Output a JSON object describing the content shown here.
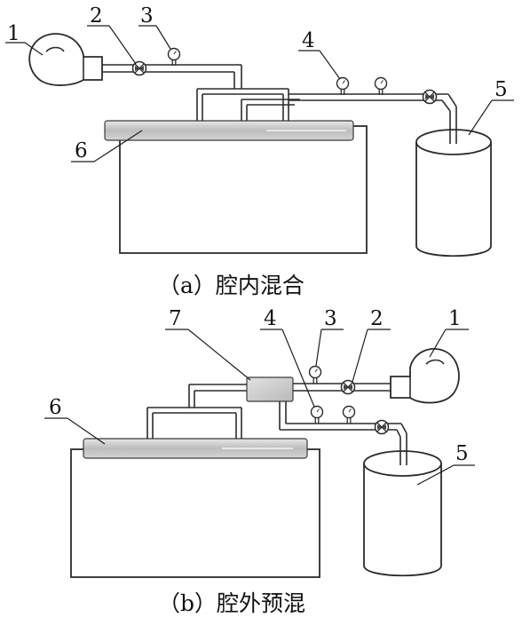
{
  "panel_a": {
    "caption": "（a）腔内混合",
    "labels": {
      "fan": "1",
      "valve": "2",
      "gauge": "3",
      "gauge_b": "4",
      "tank": "5",
      "chamber": "6"
    }
  },
  "panel_b": {
    "caption": "（b）腔外预混",
    "labels": {
      "fan": "1",
      "valve": "2",
      "gauge": "3",
      "gauge_b": "4",
      "tank": "5",
      "chamber": "6",
      "mixer": "7"
    }
  },
  "colors": {
    "line": "#2b2b2b",
    "heater_fill": "#c8c8c8",
    "mixer_fill": "#cfcfcf"
  }
}
